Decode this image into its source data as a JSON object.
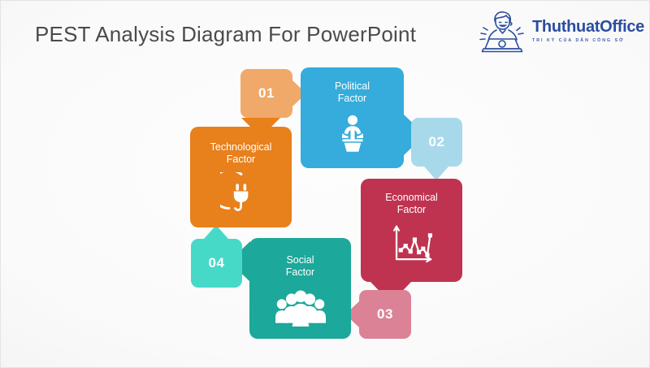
{
  "slide": {
    "title": "PEST Analysis Diagram For PowerPoint",
    "background_color": "#fafafa",
    "title_color": "#4b4b4b"
  },
  "logo": {
    "brand": "ThuthuatOffice",
    "tagline": "TRI KỶ CỦA DÂN CÔNG SỞ",
    "color": "#2b4da0",
    "icon": "man-with-laptop-icon"
  },
  "chart_data": {
    "type": "diagram",
    "diagram_kind": "PEST analysis cycle",
    "title": "PEST Analysis Diagram For PowerPoint",
    "steps": [
      {
        "number": "01",
        "factor": "Political Factor",
        "label_line1": "Political",
        "label_line2": "Factor",
        "icon": "speaker-podium-icon",
        "panel_color": "#35ACDC",
        "chip_color": "#F0A968",
        "chip_pointer": "right"
      },
      {
        "number": "02",
        "factor": "Economical Factor",
        "label_line1": "Economical",
        "label_line2": "Factor",
        "icon": "line-chart-icon",
        "panel_color": "#BF3350",
        "chip_color": "#A8D9EA",
        "chip_pointer": "down"
      },
      {
        "number": "03",
        "factor": "Social Factor",
        "label_line1": "Social",
        "label_line2": "Factor",
        "icon": "people-group-icon",
        "panel_color": "#1CA89A",
        "chip_color": "#DC8296",
        "chip_pointer": "left"
      },
      {
        "number": "04",
        "factor": "Technological Factor",
        "label_line1": "Technological",
        "label_line2": "Factor",
        "icon": "power-plug-icon",
        "panel_color": "#E8801C",
        "chip_color": "#47D9C8",
        "chip_pointer": "up"
      }
    ]
  }
}
